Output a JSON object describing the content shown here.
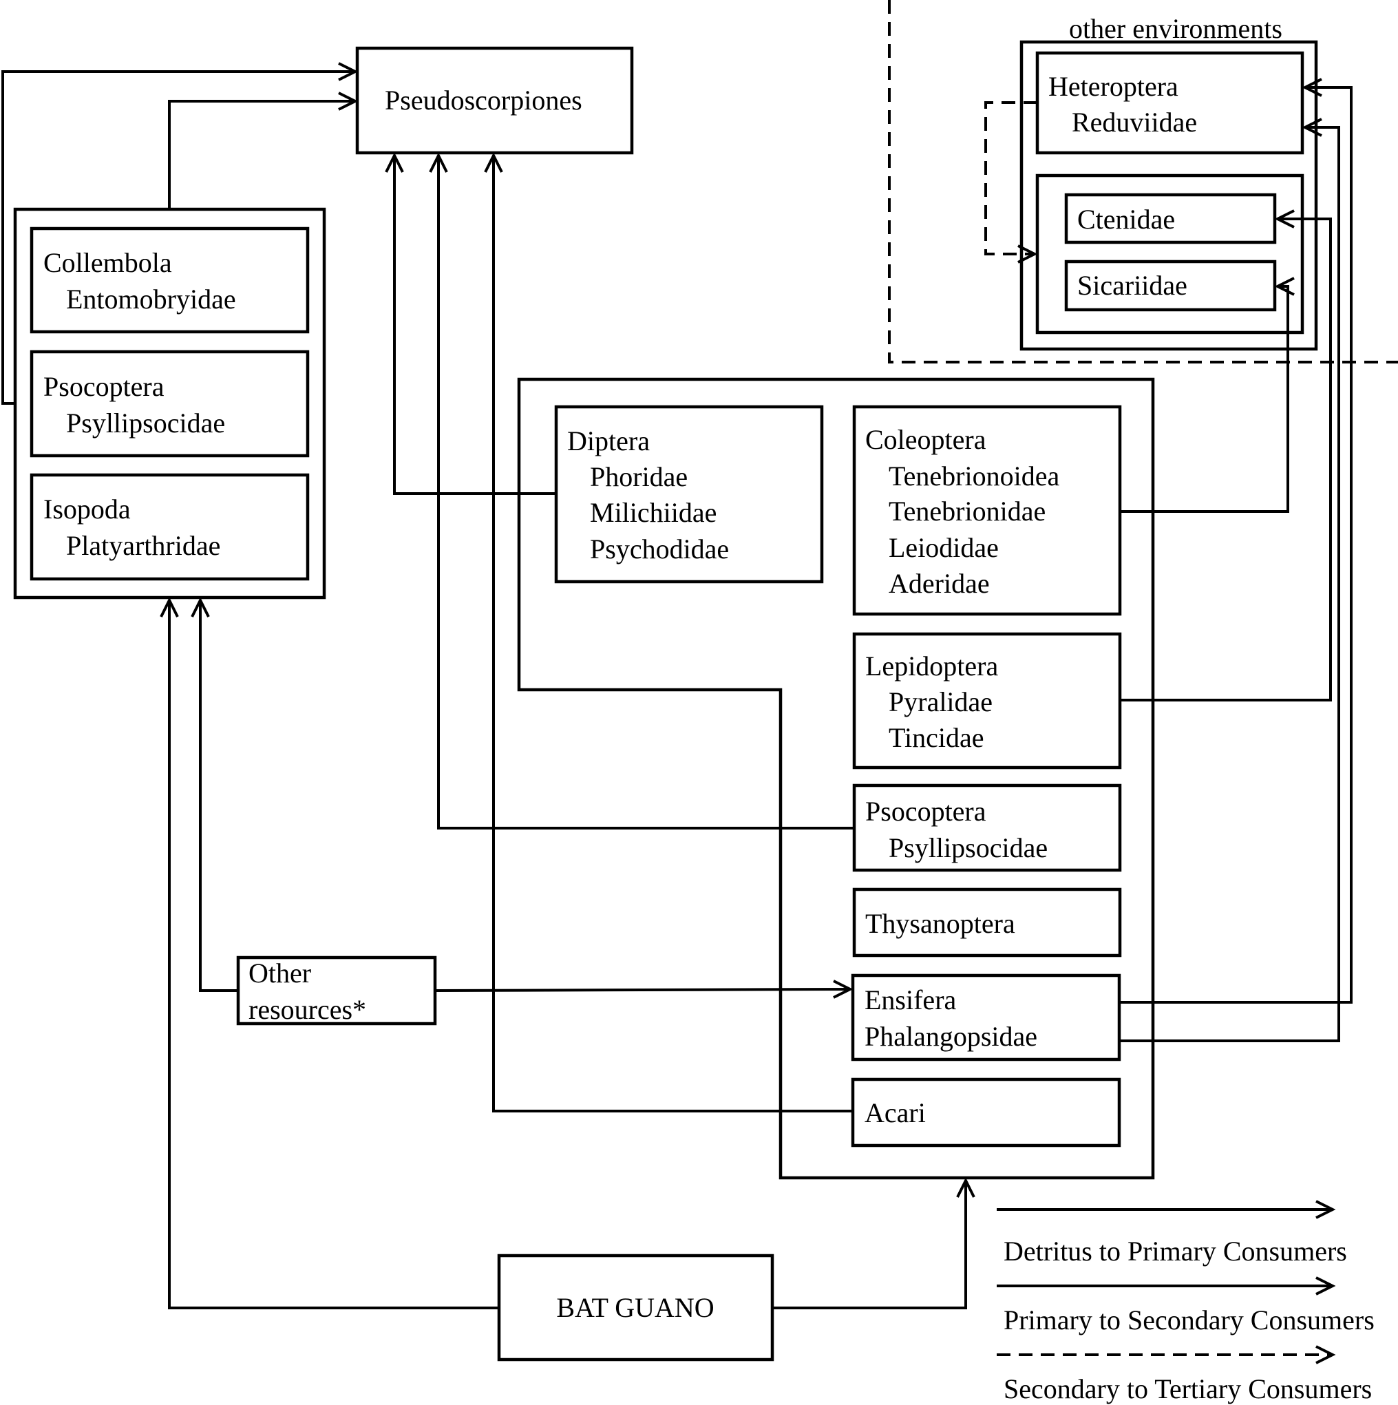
{
  "nodes": {
    "pseudoscorpiones": "Pseudoscorpiones",
    "collembola": "Collembola",
    "entomobryidae": "Entomobryidae",
    "psocoptera_left": "Psocoptera",
    "psyllipsocidae_left": "Psyllipsocidae",
    "isopoda": "Isopoda",
    "platyarthridae": "Platyarthridae",
    "diptera": "Diptera",
    "phoridae": "Phoridae",
    "milichiidae": "Milichiidae",
    "psychodidae": "Psychodidae",
    "coleoptera": "Coleoptera",
    "tenebrionoidea": "Tenebrionoidea",
    "tenebrionidae": "Tenebrionidae",
    "leiodidae": "Leiodidae",
    "aderidae": "Aderidae",
    "lepidoptera": "Lepidoptera",
    "pyralidae": "Pyralidae",
    "tincidae": "Tincidae",
    "psocoptera_right": "Psocoptera",
    "psyllipsocidae_right": "Psyllipsocidae",
    "thysanoptera": "Thysanoptera",
    "ensifera": "Ensifera",
    "phalangopsidae": "Phalangopsidae",
    "acari": "Acari",
    "other_resources_1": "Other",
    "other_resources_2": "resources*",
    "bat_guano": "BAT GUANO",
    "other_environments": "other environments",
    "heteroptera": "Heteroptera",
    "reduviidae": "Reduviidae",
    "ctenidae": "Ctenidae",
    "sicariidae": "Sicariidae"
  },
  "legend": {
    "detritus": "Detritus to Primary Consumers",
    "primary": "Primary to Secondary Consumers",
    "secondary": "Secondary to Tertiary Consumers"
  }
}
